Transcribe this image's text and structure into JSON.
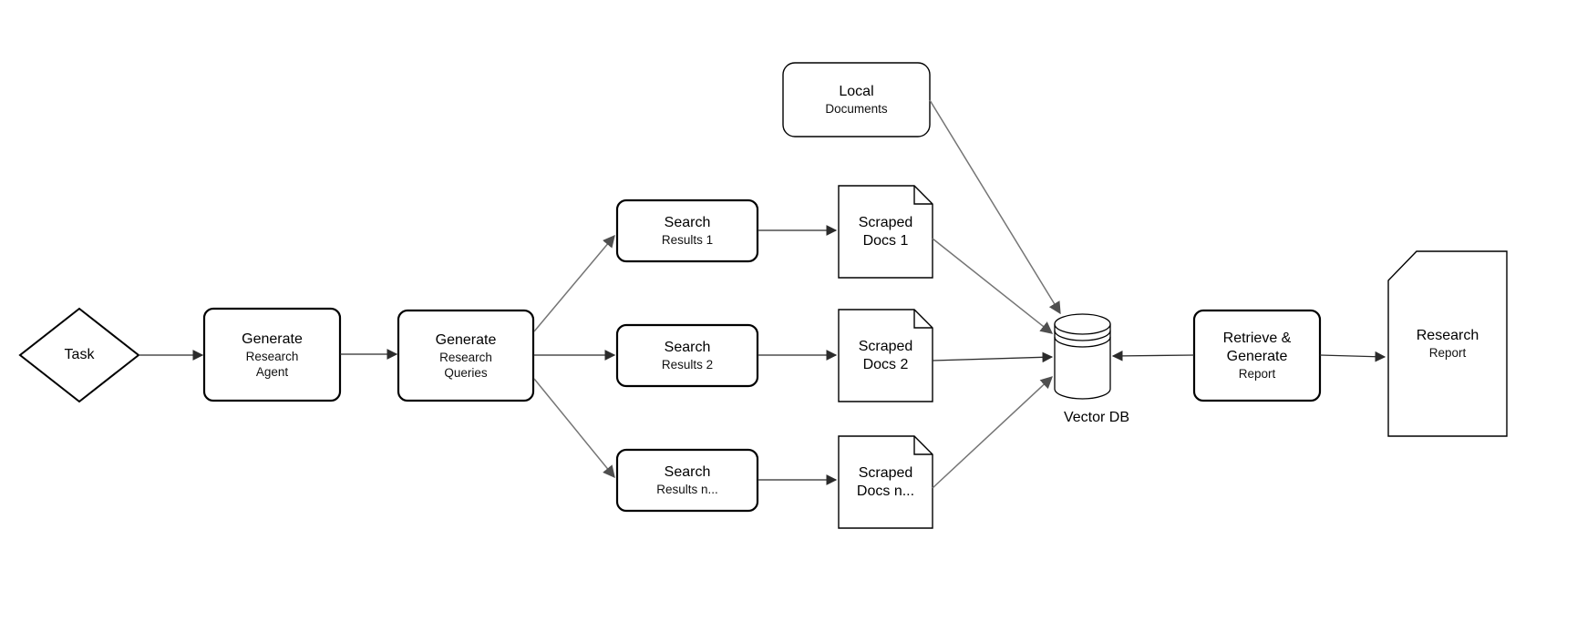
{
  "diagram_type": "flowchart",
  "colors": {
    "background": "#ffffff",
    "node_fill": "#ffffff",
    "node_stroke": "#000000",
    "edge_straight": "#2b2b2b",
    "edge_diagonal": "#757575",
    "text": "#000000"
  },
  "nodes": {
    "task": {
      "shape": "diamond",
      "label": "Task"
    },
    "generate_research_agent": {
      "shape": "rounded-rect",
      "line1": "Generate",
      "line2": "Research",
      "line3": "Agent"
    },
    "generate_research_queries": {
      "shape": "rounded-rect",
      "line1": "Generate",
      "line2": "Research",
      "line3": "Queries"
    },
    "search_results_1": {
      "shape": "rounded-rect",
      "line1": "Search",
      "line2": "Results 1"
    },
    "search_results_2": {
      "shape": "rounded-rect",
      "line1": "Search",
      "line2": "Results 2"
    },
    "search_results_n": {
      "shape": "rounded-rect",
      "line1": "Search",
      "line2": "Results n..."
    },
    "scraped_docs_1": {
      "shape": "document",
      "line1": "Scraped",
      "line2": "Docs 1"
    },
    "scraped_docs_2": {
      "shape": "document",
      "line1": "Scraped",
      "line2": "Docs 2"
    },
    "scraped_docs_n": {
      "shape": "document",
      "line1": "Scraped",
      "line2": "Docs n..."
    },
    "local_documents": {
      "shape": "rounded-rect",
      "line1": "Local",
      "line2": "Documents"
    },
    "vector_db": {
      "shape": "cylinder",
      "label": "Vector DB"
    },
    "retrieve_generate_report": {
      "shape": "rounded-rect",
      "line1": "Retrieve &",
      "line2": "Generate",
      "line3": "Report"
    },
    "research_report": {
      "shape": "document-cut-corner",
      "line1": "Research",
      "line2": "Report"
    }
  },
  "edges": [
    {
      "from": "task",
      "to": "generate_research_agent"
    },
    {
      "from": "generate_research_agent",
      "to": "generate_research_queries"
    },
    {
      "from": "generate_research_queries",
      "to": "search_results_1"
    },
    {
      "from": "generate_research_queries",
      "to": "search_results_2"
    },
    {
      "from": "generate_research_queries",
      "to": "search_results_n"
    },
    {
      "from": "search_results_1",
      "to": "scraped_docs_1"
    },
    {
      "from": "search_results_2",
      "to": "scraped_docs_2"
    },
    {
      "from": "search_results_n",
      "to": "scraped_docs_n"
    },
    {
      "from": "scraped_docs_1",
      "to": "vector_db"
    },
    {
      "from": "scraped_docs_2",
      "to": "vector_db"
    },
    {
      "from": "scraped_docs_n",
      "to": "vector_db"
    },
    {
      "from": "local_documents",
      "to": "vector_db"
    },
    {
      "from": "retrieve_generate_report",
      "to": "vector_db"
    },
    {
      "from": "retrieve_generate_report",
      "to": "research_report"
    }
  ]
}
